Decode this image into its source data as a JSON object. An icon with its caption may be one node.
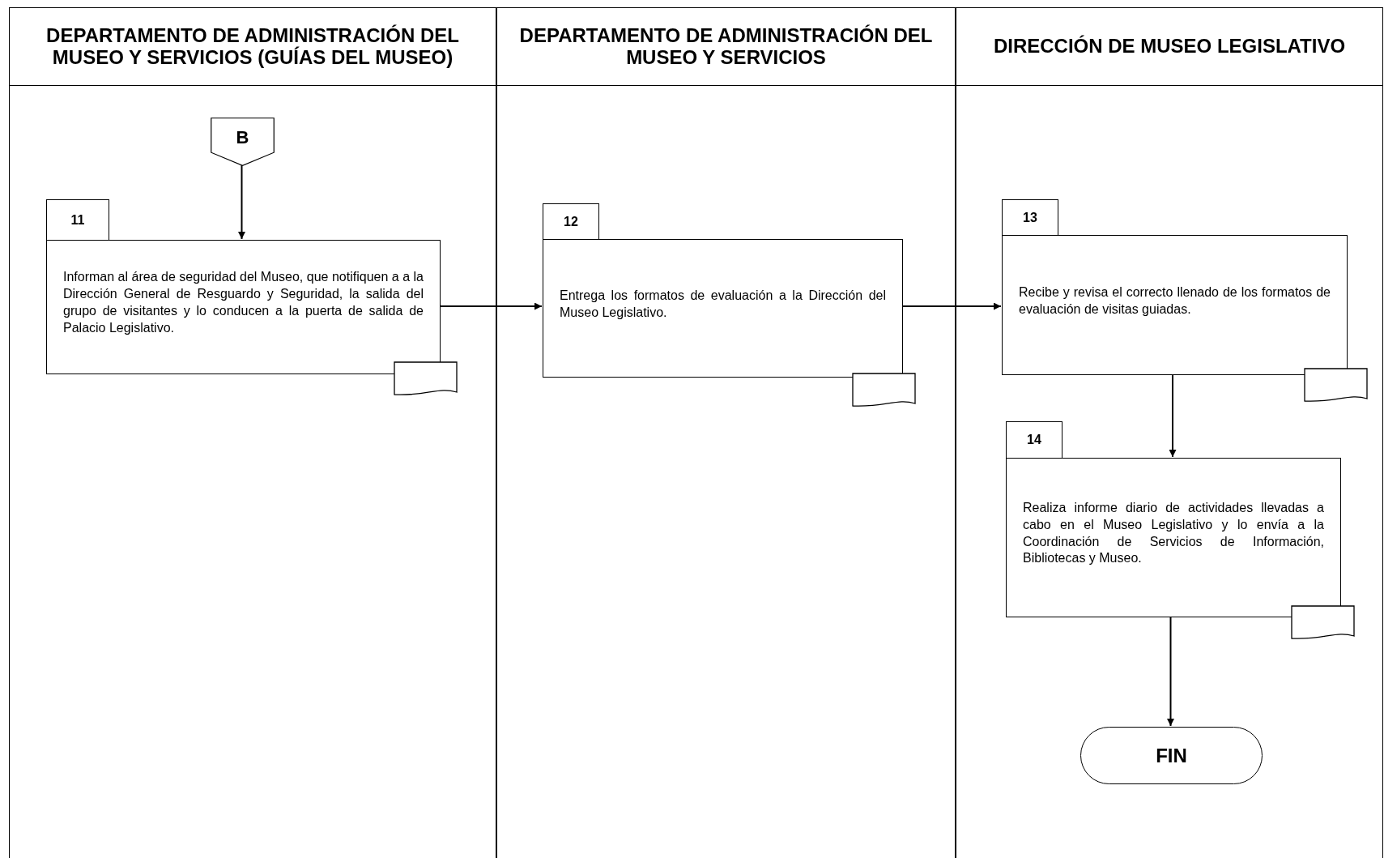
{
  "diagram": {
    "nodes": [
      {
        "text": [
          "DEPARTAMENTO DE ADMINISTRACIÓN DEL MUSEO Y SERVICIOS (GUÍAS DEL MUSEO)"
        ]
      },
      {
        "text": [
          "DEPARTAMENTO DE ADMINISTRACIÓN DEL MUSEO Y SERVICIOS"
        ]
      },
      {
        "text": [
          "DIRECCIÓN DE MUSEO LEGISLATIVO"
        ]
      },
      {
        "text": [
          "B"
        ],
        "in": 0
      },
      {
        "text": [
          "11",
          "Informan al área de seguridad del Museo, que notifiquen a a la Dirección General de Resguardo y Seguridad, la salida del grupo de visitantes y lo conducen a la puerta de salida de Palacio Legislativo."
        ],
        "in": 0
      },
      {
        "text": [
          "12",
          "Entrega los formatos de evaluación a la Dirección del Museo Legislativo."
        ],
        "in": 1
      },
      {
        "text": [
          "13",
          "Recibe y revisa el correcto llenado de los formatos de evaluación de visitas guiadas."
        ],
        "in": 2
      },
      {
        "text": [
          "14",
          "Realiza informe diario de actividades llevadas a cabo en el Museo Legislativo y lo envía a la Coordinación de Servicios de Información, Bibliotecas y Museo."
        ],
        "in": 2
      },
      {
        "text": [
          "FIN"
        ],
        "in": 2
      }
    ],
    "edges": [
      {
        "from": 3,
        "to": 4,
        "arrow": "to"
      },
      {
        "from": 4,
        "to": 5,
        "arrow": "to"
      },
      {
        "from": 5,
        "to": 6,
        "arrow": "to"
      },
      {
        "from": 6,
        "to": 7,
        "arrow": "to"
      },
      {
        "from": 7,
        "to": 8,
        "arrow": "to"
      }
    ]
  }
}
